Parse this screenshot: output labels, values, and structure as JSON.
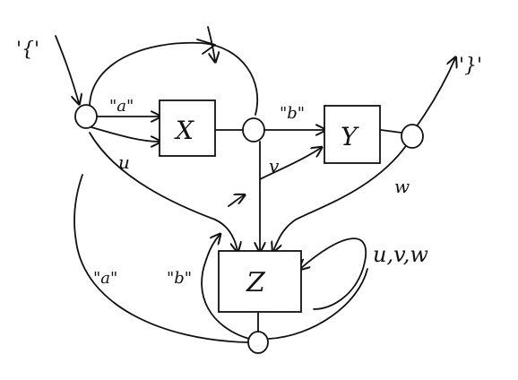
{
  "diagram": {
    "boxes": {
      "x": "X",
      "y": "Y",
      "z": "Z"
    },
    "labels": {
      "open_brace": "'{'",
      "close_brace": "'}'",
      "a_top": "\"a\"",
      "b_top": "\"b\"",
      "a_left": "\"a\"",
      "b_left": "\"b\"",
      "u": "u",
      "v": "v",
      "w": "w",
      "uvw": "u,v,w"
    }
  }
}
